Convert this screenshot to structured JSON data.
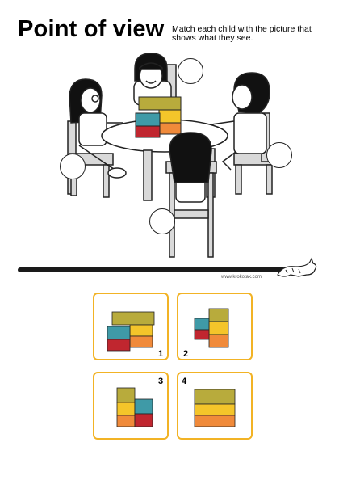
{
  "header": {
    "title": "Point of view",
    "instruction": "Match each child with the picture that shows what they see."
  },
  "footer": {
    "site": "www.krokotak.com"
  },
  "cards": [
    {
      "number": "1",
      "view": "front"
    },
    {
      "number": "2",
      "view": "side"
    },
    {
      "number": "3",
      "view": "side-back"
    },
    {
      "number": "4",
      "view": "back"
    }
  ],
  "colors": {
    "olive": "#b8ab3c",
    "yellow": "#f4c52a",
    "orange": "#f08a3a",
    "teal": "#3f9aa7",
    "red": "#c0262f",
    "card_border": "#f2b325"
  }
}
